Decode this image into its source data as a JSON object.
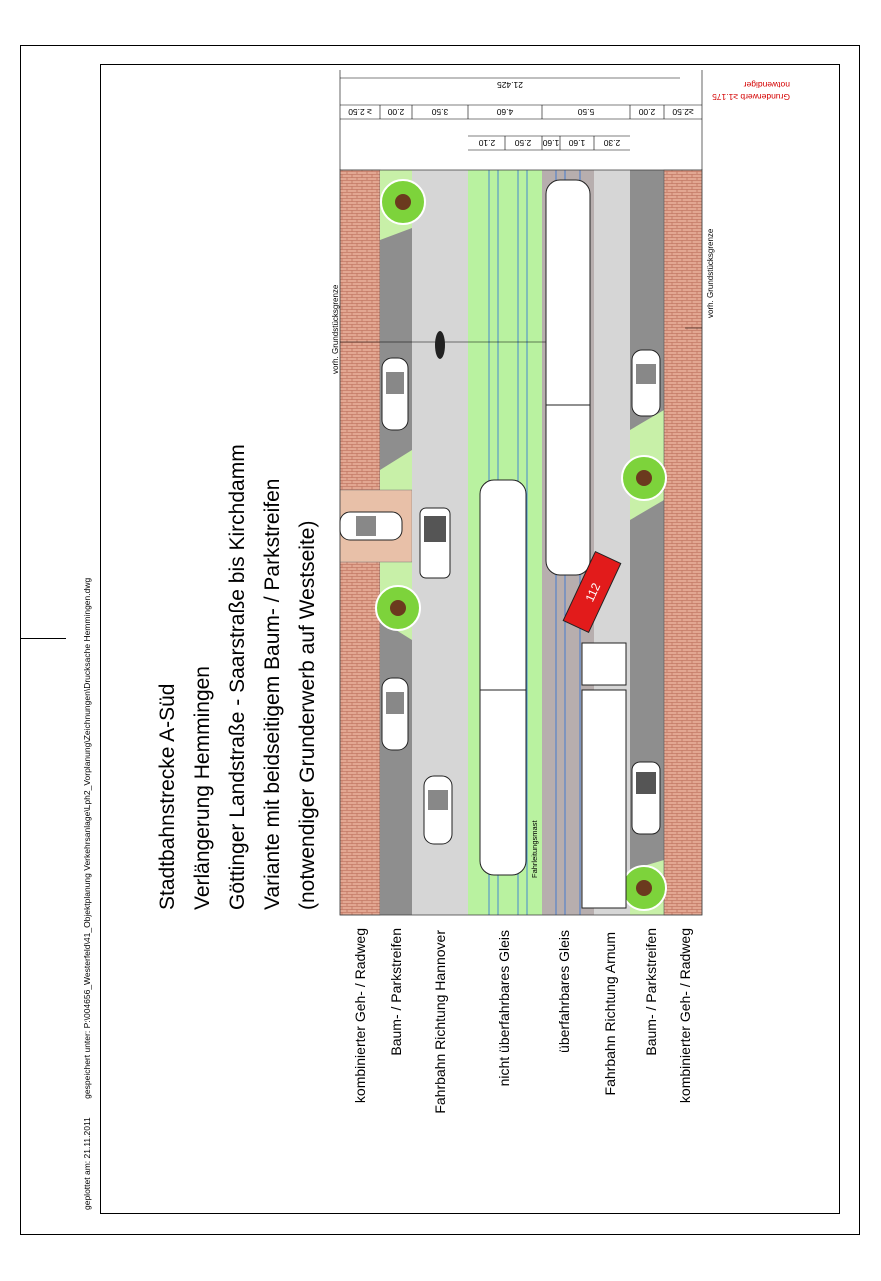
{
  "meta": {
    "plot_date": "geplottet am: 21.11.2011",
    "saved_path": "gespeichert unter: P:\\004656_Westerfeld\\41_Objektplanung Verkehrsanlage\\Lph2_Vorplanung\\Zeichnungen\\Drucksache Hemmingen.dwg"
  },
  "title": {
    "line1": "Stadtbahnstrecke A-Süd",
    "line2": "Verlängerung Hemmingen",
    "line3": "Göttinger Landstraße - Saarstraße bis Kirchdamm",
    "line4": "Variante mit beidseitigem Baum- / Parkstreifen",
    "line5": "(notwendiger Grunderwerb auf Westseite)"
  },
  "row_labels": [
    "kombinierter Geh- / Radweg",
    "Baum- / Parkstreifen",
    "Fahrbahn Richtung Hannover",
    "nicht überfahrbares Gleis",
    "überfahrbares Gleis",
    "Fahrbahn Richtung Arnum",
    "Baum- / Parkstreifen",
    "kombinierter Geh- / Radweg"
  ],
  "dimensions": {
    "total": "21.425",
    "main": [
      "≥ 2.50",
      "2.00",
      "3.50",
      "4.60",
      "5.50",
      "2.00",
      "≥2.50"
    ],
    "detail": [
      "2.10",
      "2.50",
      "1.60",
      "1.60",
      "2.30"
    ],
    "land_acquisition_line1": "notwendiger",
    "land_acquisition_line2": "Grunderwerb ≥1.175"
  },
  "annotations": {
    "property_line_west": "vorh. Grundstücksgrenze",
    "property_line_east": "vorh. Grundstücksgrenze",
    "mast": "Fahrleitungsmast",
    "fire_truck_number": "112"
  },
  "colors": {
    "sidewalk": "#e2a792",
    "brick_line": "#b56450",
    "green_strip": "#c8f0a8",
    "parking": "#8e8e8e",
    "roadway": "#d6d6d6",
    "track_green": "#b9f2a0",
    "track_paved": "#b7aeae",
    "tram": "#ffffff",
    "fire_truck": "#e21b1b",
    "tree": "#7dd33b",
    "land_acquisition": "#d40000"
  }
}
